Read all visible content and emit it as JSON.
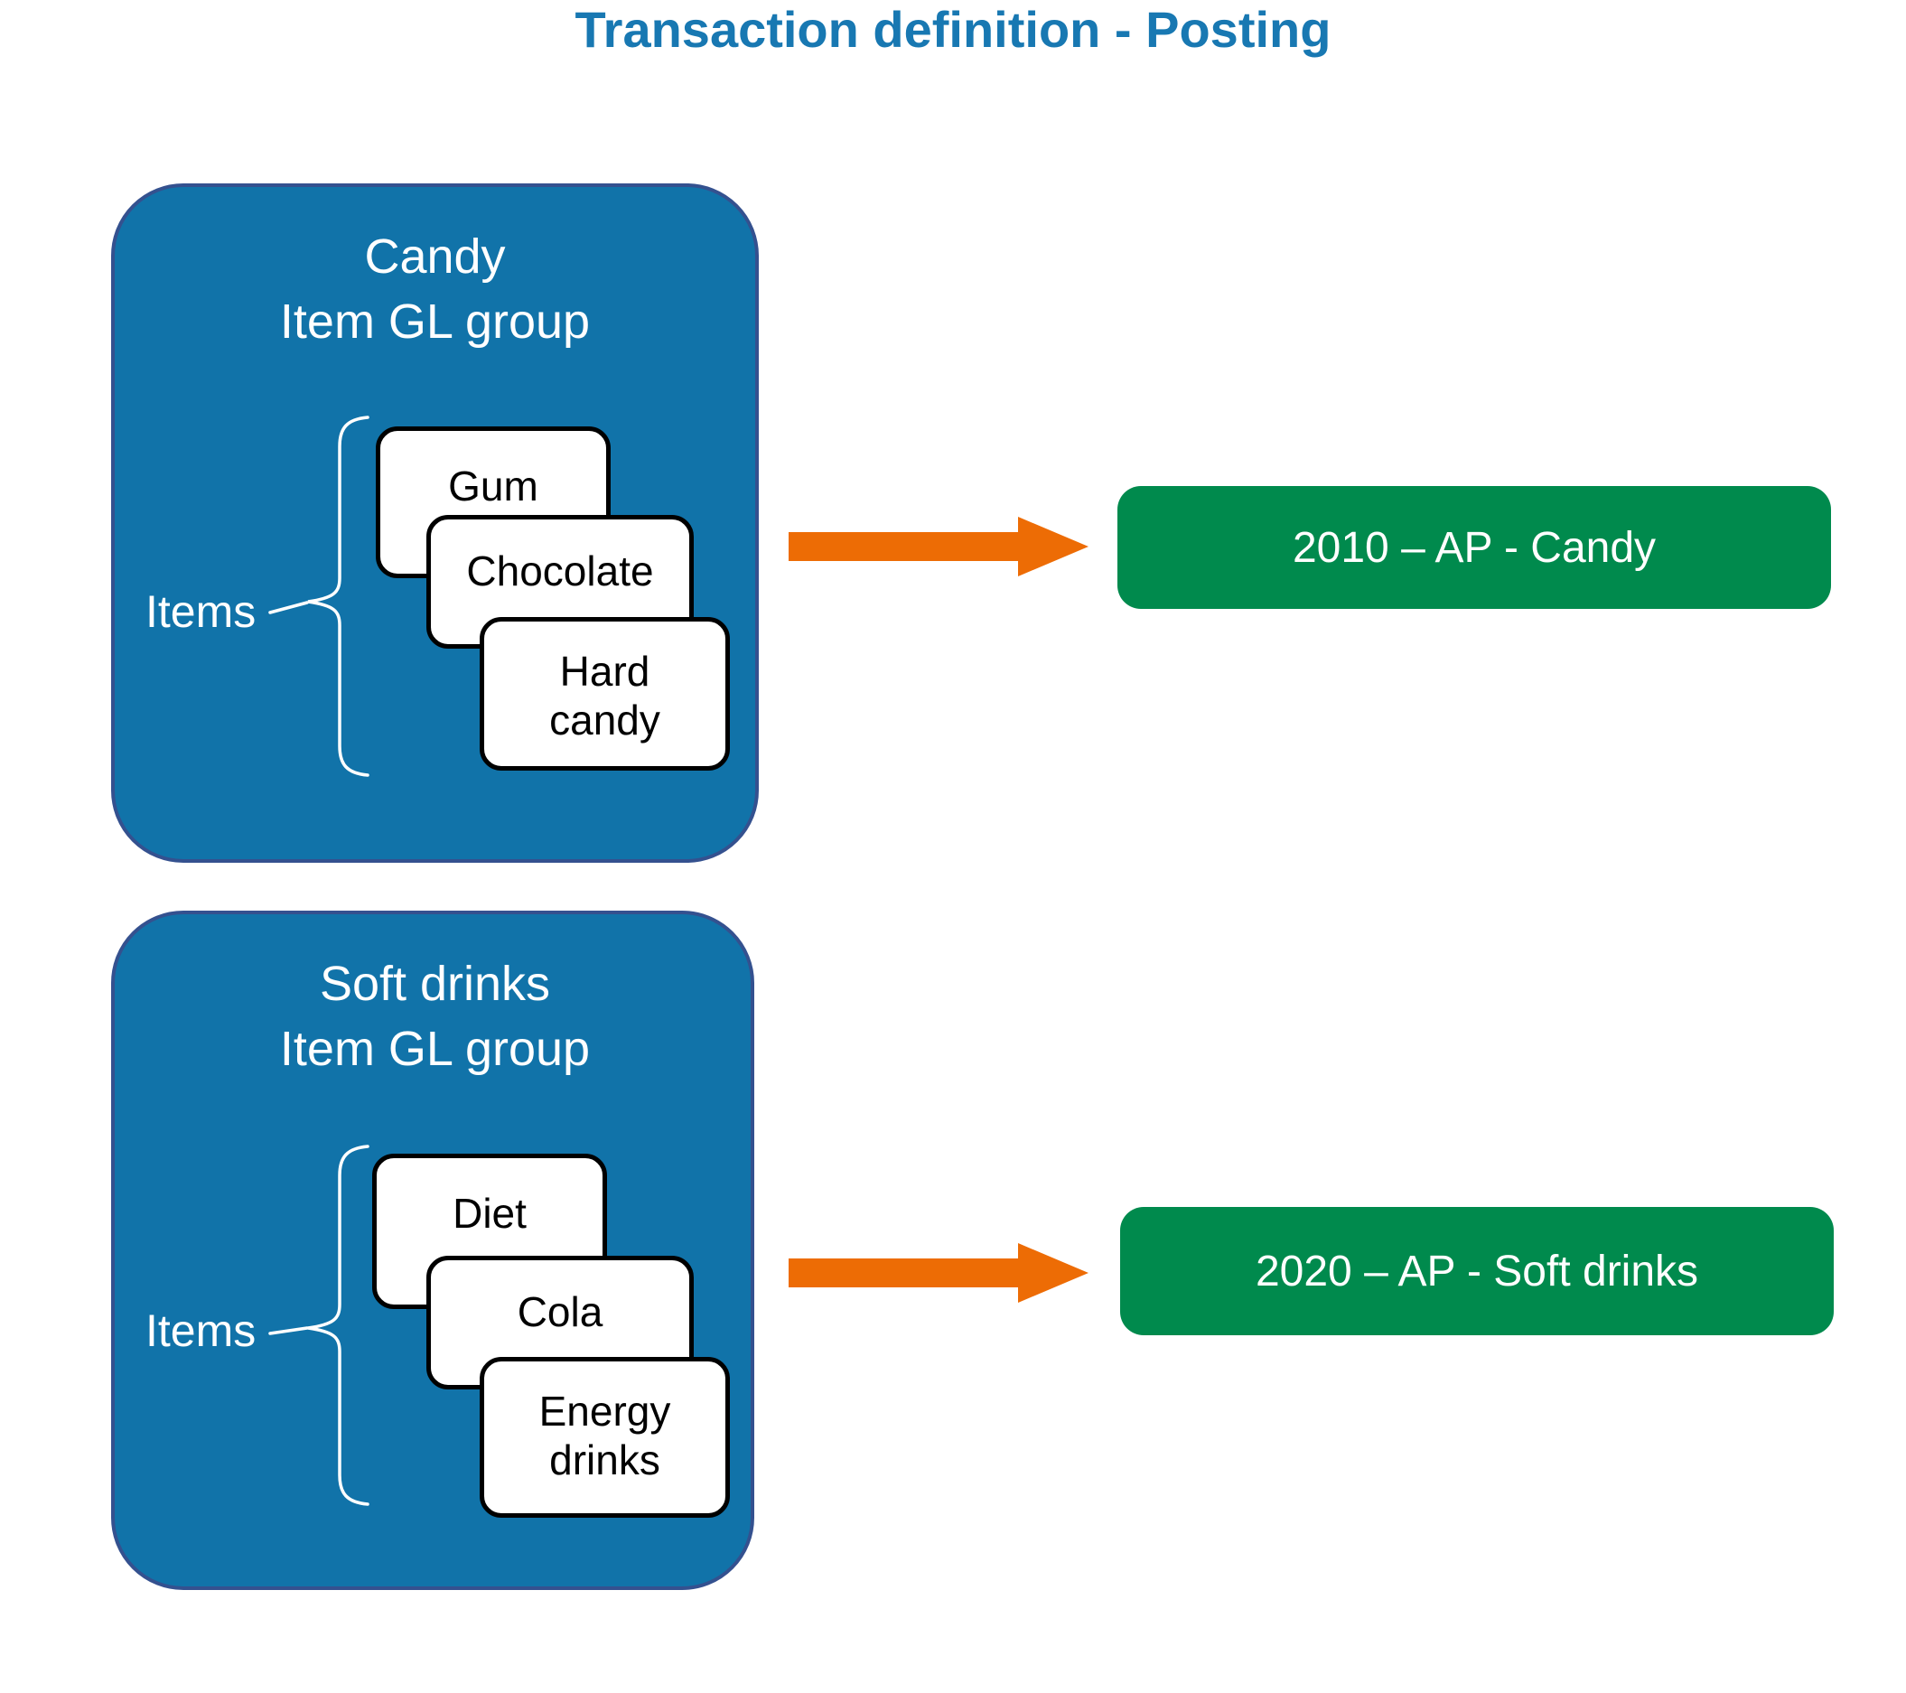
{
  "title": "Transaction definition - Posting",
  "colors": {
    "title_blue": "#1878B2",
    "group_fill": "#1173A9",
    "group_border": "#34518F",
    "card_border": "#000000",
    "arrow_orange": "#ED6C05",
    "account_green": "#008A4D",
    "text_white": "#FFFFFF"
  },
  "groups": [
    {
      "title_line1": "Candy",
      "title_line2": "Item GL group",
      "items_label": "Items",
      "items": [
        "Gum",
        "Chocolate",
        "Hard candy"
      ],
      "account_label": "2010 – AP - Candy"
    },
    {
      "title_line1": "Soft drinks",
      "title_line2": "Item GL group",
      "items_label": "Items",
      "items": [
        "Diet",
        "Cola",
        "Energy drinks"
      ],
      "account_label": "2020 – AP - Soft drinks"
    }
  ]
}
